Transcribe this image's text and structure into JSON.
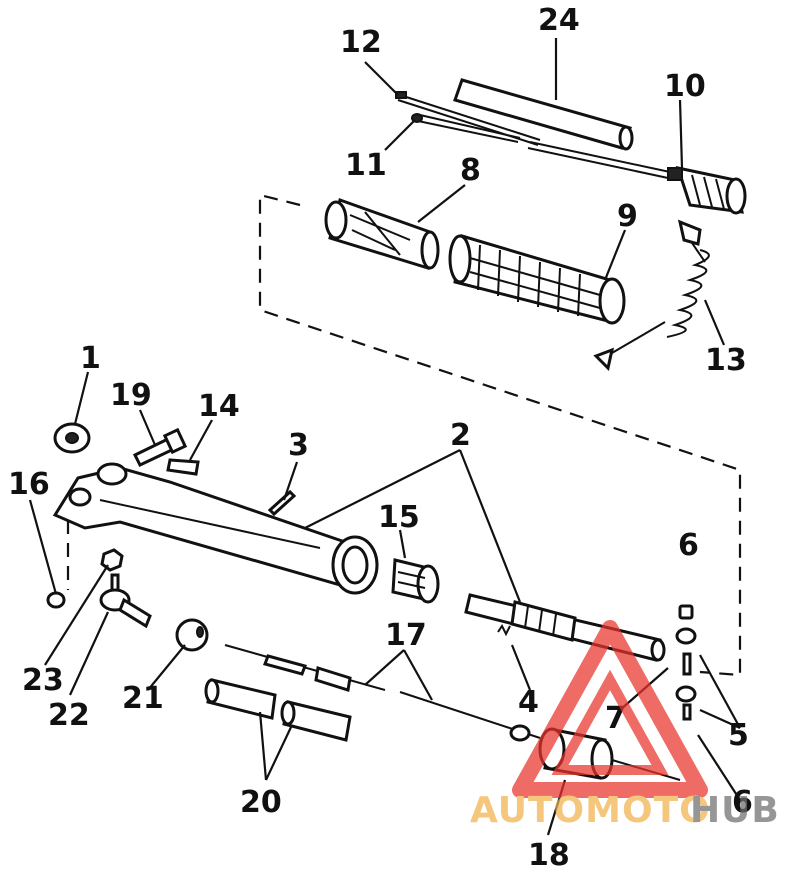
{
  "callouts": {
    "n1": "1",
    "n2": "2",
    "n3": "3",
    "n4": "4",
    "n5": "5",
    "n6a": "6",
    "n6b": "6",
    "n7": "7",
    "n8": "8",
    "n9": "9",
    "n10": "10",
    "n11": "11",
    "n12": "12",
    "n13": "13",
    "n14": "14",
    "n15": "15",
    "n16": "16",
    "n17": "17",
    "n18": "18",
    "n19": "19",
    "n20": "20",
    "n21": "21",
    "n22": "22",
    "n23": "23",
    "n24": "24"
  },
  "watermark": {
    "part1": "AUTOMOTO",
    "part2": "HUB",
    "colors": {
      "triangle": "#e8342b",
      "auto": "#f2b24a",
      "hub": "#6e6e6e"
    }
  }
}
